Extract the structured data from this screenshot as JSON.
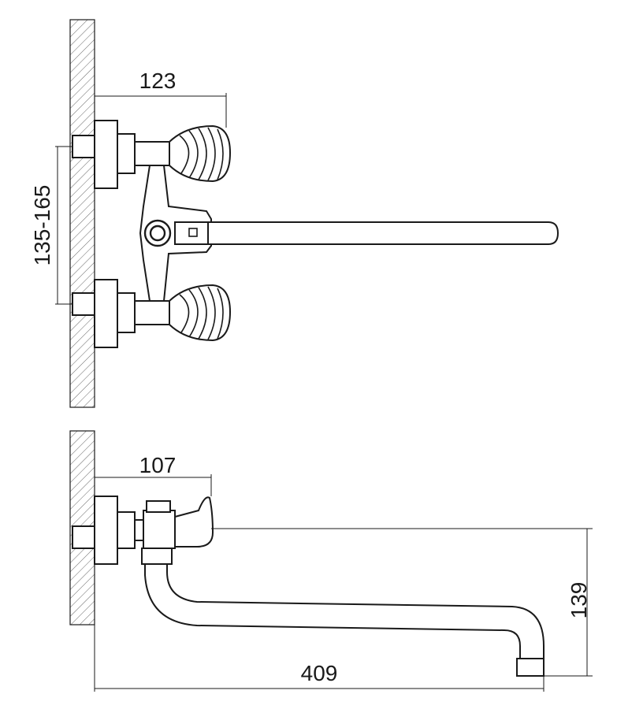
{
  "top_view": {
    "dim_handle_reach": "123",
    "dim_center_distance": "135-165"
  },
  "side_view": {
    "dim_handle_reach": "107",
    "dim_spout_height": "139",
    "dim_spout_length": "409"
  }
}
